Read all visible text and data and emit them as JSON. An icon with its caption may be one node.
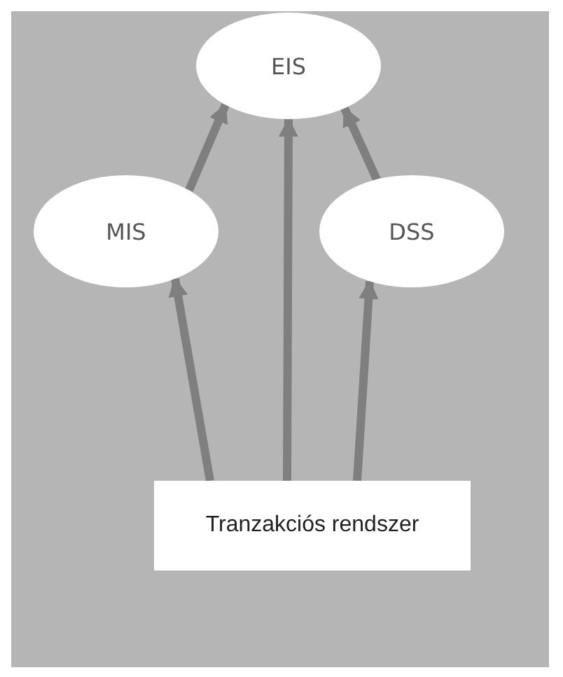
{
  "diagram": {
    "nodes": [
      {
        "text": [
          "EIS"
        ]
      },
      {
        "text": [
          "MIS"
        ]
      },
      {
        "text": [
          "DSS"
        ]
      },
      {
        "text": [
          "Tranzakciós rendszer"
        ]
      }
    ],
    "edges": [
      {
        "from": 1,
        "to": 0,
        "arrow": "to"
      },
      {
        "from": 3,
        "to": 0,
        "arrow": "to"
      },
      {
        "from": 2,
        "to": 0,
        "arrow": "to"
      },
      {
        "from": 3,
        "to": 1,
        "arrow": "to"
      },
      {
        "from": 3,
        "to": 2,
        "arrow": "to"
      }
    ]
  }
}
